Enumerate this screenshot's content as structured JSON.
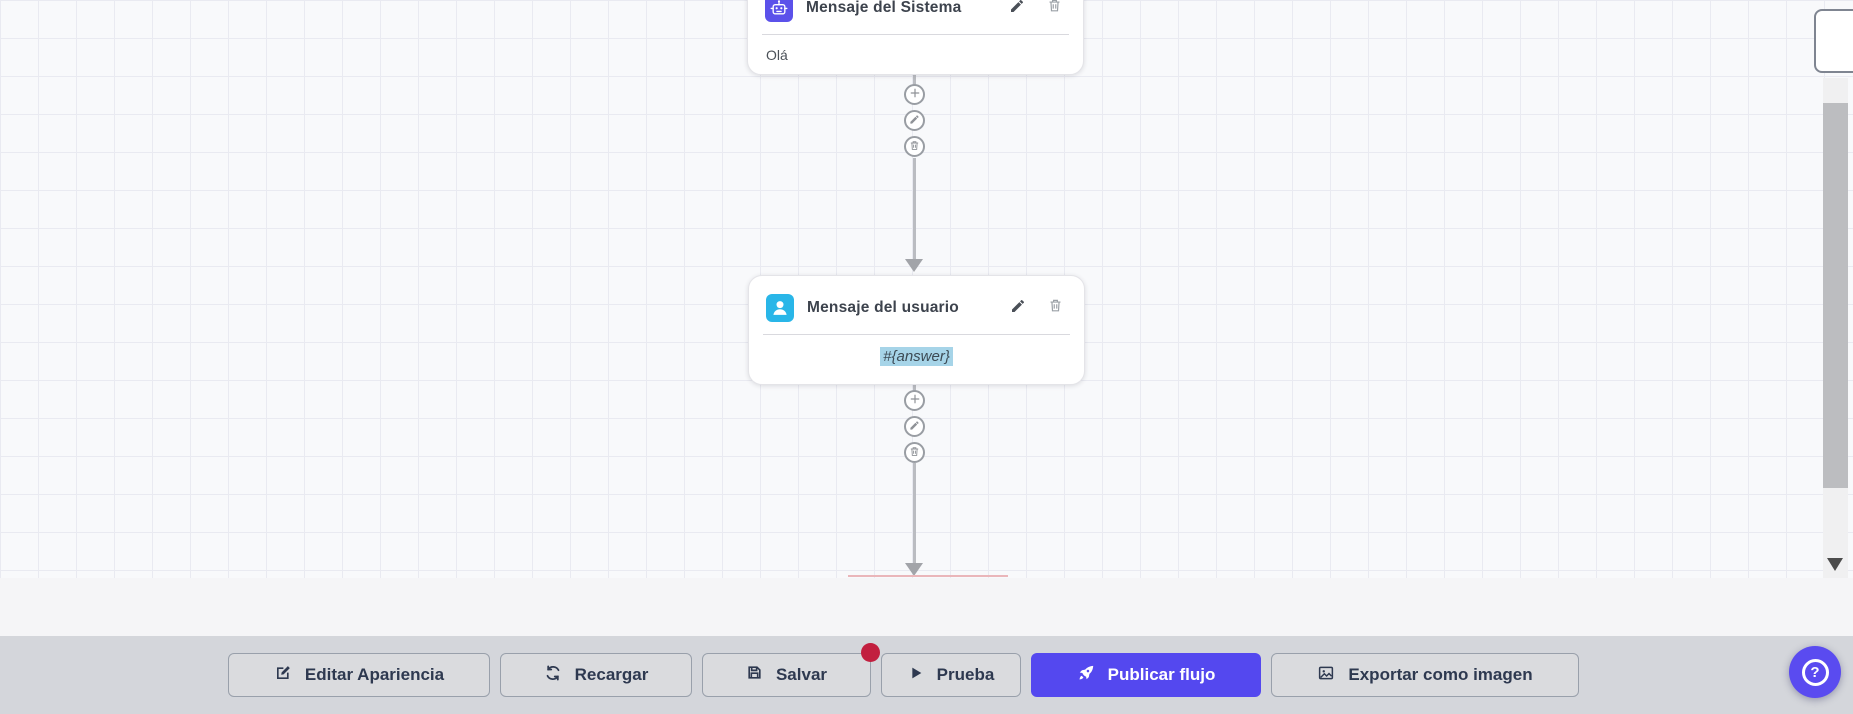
{
  "canvas": {
    "nodes": {
      "system": {
        "title": "Mensaje del Sistema",
        "content": "Olá",
        "icon": "robot-icon",
        "icon_bg": "#5b51ea"
      },
      "user": {
        "title": "Mensaje del usuario",
        "content": "#{answer}",
        "icon": "user-icon",
        "icon_bg": "#29b6e8",
        "content_highlight": "#a6d4e8"
      }
    },
    "node_actions": [
      "edit",
      "delete"
    ],
    "connector_actions": [
      {
        "icon": "plus-icon"
      },
      {
        "icon": "pencil-icon"
      },
      {
        "icon": "trash-icon"
      }
    ]
  },
  "toolbar": {
    "buttons": [
      {
        "label": "Editar Apariencia",
        "icon": "edit-square-icon"
      },
      {
        "label": "Recargar",
        "icon": "refresh-icon"
      },
      {
        "label": "Salvar",
        "icon": "save-icon",
        "badge": true
      },
      {
        "label": "Prueba",
        "icon": "play-icon"
      },
      {
        "label": "Publicar flujo",
        "icon": "rocket-icon",
        "primary": true
      },
      {
        "label": "Exportar como imagen",
        "icon": "image-icon"
      }
    ],
    "accent_color": "#5448ef",
    "badge_color": "#c21f3f"
  },
  "help_button": {
    "label": "?",
    "icon": "question-mark-icon",
    "color": "#5a4bf0"
  }
}
